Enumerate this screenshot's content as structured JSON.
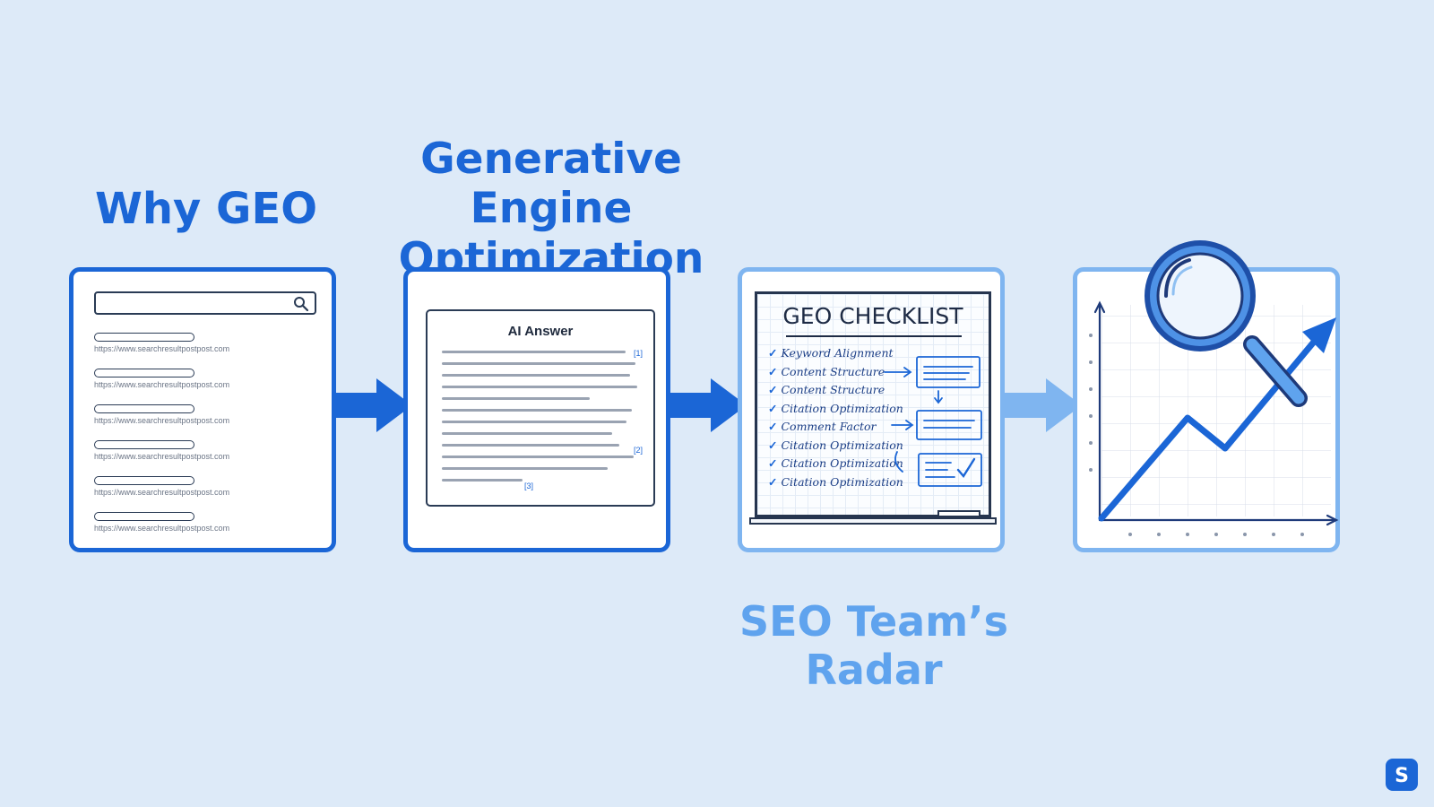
{
  "titles": {
    "why_geo": "Why GEO",
    "generative_engine": [
      "Generative Engine",
      "Optimization"
    ],
    "seo_radar": [
      "SEO Team’s",
      "Radar"
    ]
  },
  "panel_search": {
    "icon": "search-icon",
    "results": [
      "https://www.searchresultpostpost.com",
      "https://www.searchresultpostpost.com",
      "https://www.searchresultpostpost.com",
      "https://www.searchresultpostpost.com",
      "https://www.searchresultpostpost.com",
      "https://www.searchresultpostpost.com"
    ]
  },
  "panel_ai": {
    "title": "AI Answer",
    "citations": [
      "[1]",
      "[2]",
      "[3]"
    ]
  },
  "panel_checklist": {
    "title": "GEO CHECKLIST",
    "items": [
      "Keyword Alignment",
      "Content Structure",
      "Content Structure",
      "Citation Optimization",
      "Comment Factor",
      "Citation Optimization",
      "Citation Optimization",
      "Citation Optimization"
    ]
  },
  "panel_chart": {
    "icon": "magnifying-glass-icon",
    "trend": "upward"
  },
  "colors": {
    "primary_blue": "#1b66d6",
    "light_blue": "#7fb5f0",
    "background": "#ddeaf8",
    "ink": "#2a3b55"
  },
  "logo": {
    "icon": "brand-logo-icon",
    "letter": "S"
  }
}
